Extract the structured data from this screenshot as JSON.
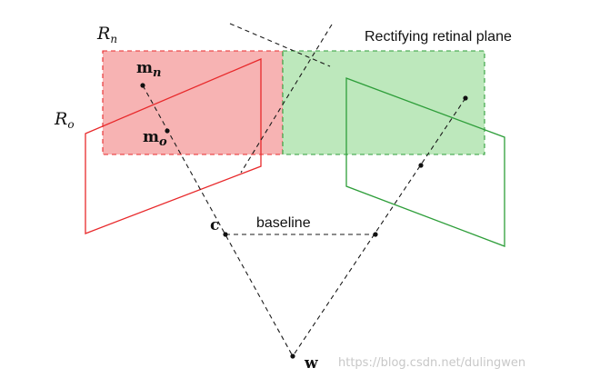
{
  "labels": {
    "rn": "R",
    "rn_sub": "n",
    "ro": "R",
    "ro_sub": "o",
    "rectifying_plane": "Rectifying retinal plane",
    "mn": "m",
    "mn_sub": "n",
    "mo": "m",
    "mo_sub": "o",
    "c": "c",
    "baseline": "baseline",
    "w": "w"
  },
  "watermark": "https://blog.csdn.net/dulingwen",
  "colors": {
    "red_plane_fill": "#f7b3b3",
    "red_stroke": "#e8292b",
    "green_plane_fill": "#bde8bc",
    "green_stroke": "#2e9e3a",
    "line": "#1a1a1a"
  }
}
